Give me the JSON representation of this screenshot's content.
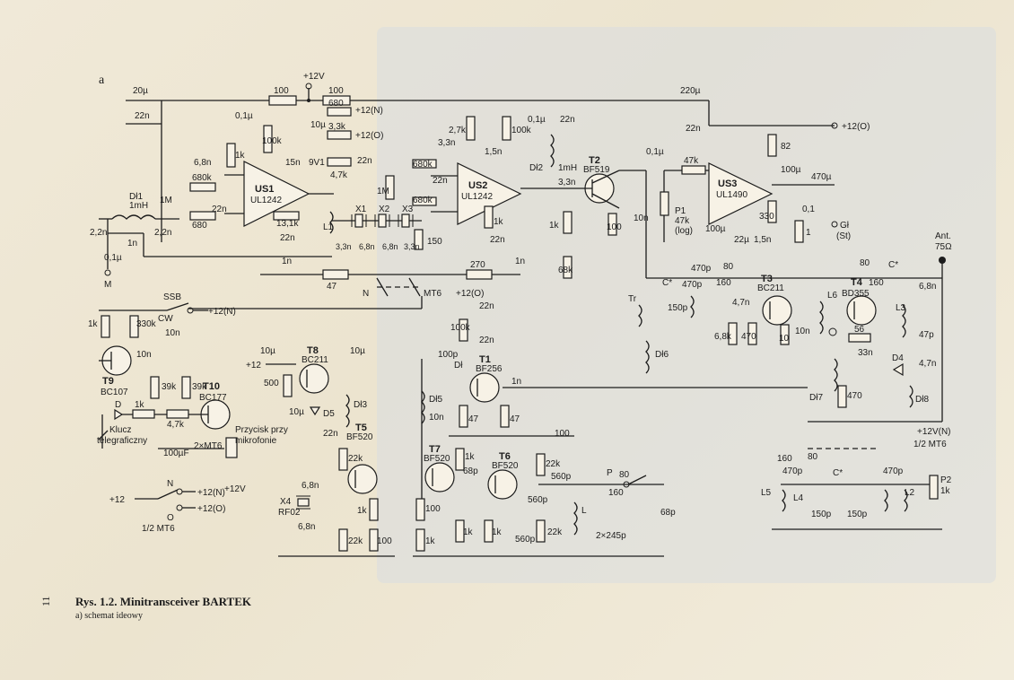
{
  "figure_letter": "a",
  "caption": {
    "title": "Rys. 1.2. Minitransceiver BARTEK",
    "subtitle": "a) schemat ideowy",
    "page_number": "11"
  },
  "rails": {
    "v12": "+12V",
    "v12n": "+12(N)",
    "v12o": "+12(O)",
    "v12_in": "+12",
    "v12n_ctl": "+12V(N)"
  },
  "ics": [
    {
      "ref": "US1",
      "type": "UL1242"
    },
    {
      "ref": "US2",
      "type": "UL1242"
    },
    {
      "ref": "US3",
      "type": "UL1490"
    }
  ],
  "transistors": [
    {
      "ref": "T2",
      "type": "BF519"
    },
    {
      "ref": "T3",
      "type": "BC211"
    },
    {
      "ref": "T4",
      "type": "BD355"
    },
    {
      "ref": "T1",
      "type": "BF256"
    },
    {
      "ref": "T8",
      "type": "BC211"
    },
    {
      "ref": "T5",
      "type": "BF520"
    },
    {
      "ref": "T7",
      "type": "BF520"
    },
    {
      "ref": "T6",
      "type": "BF520"
    },
    {
      "ref": "T9",
      "type": "BC107"
    },
    {
      "ref": "T10",
      "type": "BC177"
    }
  ],
  "crystals": [
    "X1",
    "X2",
    "X3",
    "X4",
    "RF02"
  ],
  "chokes": [
    "Dł1",
    "1mH",
    "Dł2",
    "1mH",
    "Dł3",
    "Dł5",
    "Dł6",
    "Dł7",
    "Dł8",
    "Dł"
  ],
  "inductors": [
    "L",
    "L1",
    "L2",
    "L3",
    "L4",
    "L5",
    "L6",
    "Tr"
  ],
  "diodes": [
    "D",
    "D4",
    "D5",
    "9V1"
  ],
  "resistors": [
    "100",
    "100",
    "680",
    "3,3k",
    "4,7k",
    "1k",
    "100k",
    "680k",
    "680k",
    "680",
    "1M",
    "1M",
    "13,1k",
    "2,7k",
    "100k",
    "680k",
    "680k",
    "150",
    "47k",
    "82",
    "1k",
    "68k",
    "100",
    "1k",
    "6,8k",
    "470",
    "10",
    "56",
    "470",
    "330k",
    "39k",
    "39k",
    "1k",
    "4,7k",
    "1k",
    "47",
    "47",
    "47",
    "270",
    "100k",
    "500",
    "22k",
    "1k",
    "100",
    "22k",
    "1k",
    "100",
    "22k",
    "1k",
    "22k",
    "22k",
    "330",
    "1"
  ],
  "capacitors": [
    "20µ",
    "22n",
    "0,1µ",
    "10µ",
    "15n",
    "22n",
    "22n",
    "6,8n",
    "22n",
    "22n",
    "2,2n",
    "2,2n",
    "1n",
    "1n",
    "1n",
    "0,1µ",
    "3,3n",
    "6,8n",
    "6,8n",
    "3,3n",
    "3,3n",
    "3,3n",
    "22n",
    "22n",
    "0,1µ",
    "22n",
    "3,3n",
    "1,5n",
    "3,3n",
    "1n",
    "10n",
    "0,1µ",
    "220µ",
    "22n",
    "100µ",
    "470µ",
    "100µ",
    "22µ",
    "1,5n",
    "0,1",
    "470p",
    "150p",
    "470p",
    "C*",
    "4,7n",
    "6,8n",
    "47p",
    "33n",
    "4,7n",
    "C*",
    "10n",
    "10n",
    "100µF",
    "22n",
    "22n",
    "100p",
    "10n",
    "10µ",
    "10µ",
    "10µ",
    "22n",
    "6,8n",
    "6,8n",
    "68p",
    "560p",
    "560p",
    "100",
    "22n",
    "2×245p",
    "68p",
    "470p",
    "470p",
    "150p",
    "150p",
    "C*"
  ],
  "controls": {
    "p1": "P1",
    "p1_value": "47k",
    "p1_law": "(log)",
    "p2": "P2",
    "p2_value": "1k",
    "p": "P"
  },
  "switches": {
    "ssb": "SSB",
    "cw": "CW",
    "n": "N",
    "o": "O",
    "mt6": "MT6",
    "half_mt6": "1/2 MT6",
    "two_mt6": "2×MT6",
    "band80": "80",
    "band160": "160"
  },
  "labels": {
    "key": "Klucz",
    "key2": "telegraficzny",
    "ptt": "Przycisk przy",
    "ptt2": "mikrofonie",
    "mic": "M",
    "antenna": "Ant.",
    "antenna_z": "75Ω",
    "speaker": "Gł",
    "speaker_st": "(St)"
  },
  "colors": {
    "ink": "#1c1c1c",
    "paper": "#f0e9d8",
    "ghost": "#d9dde0"
  }
}
